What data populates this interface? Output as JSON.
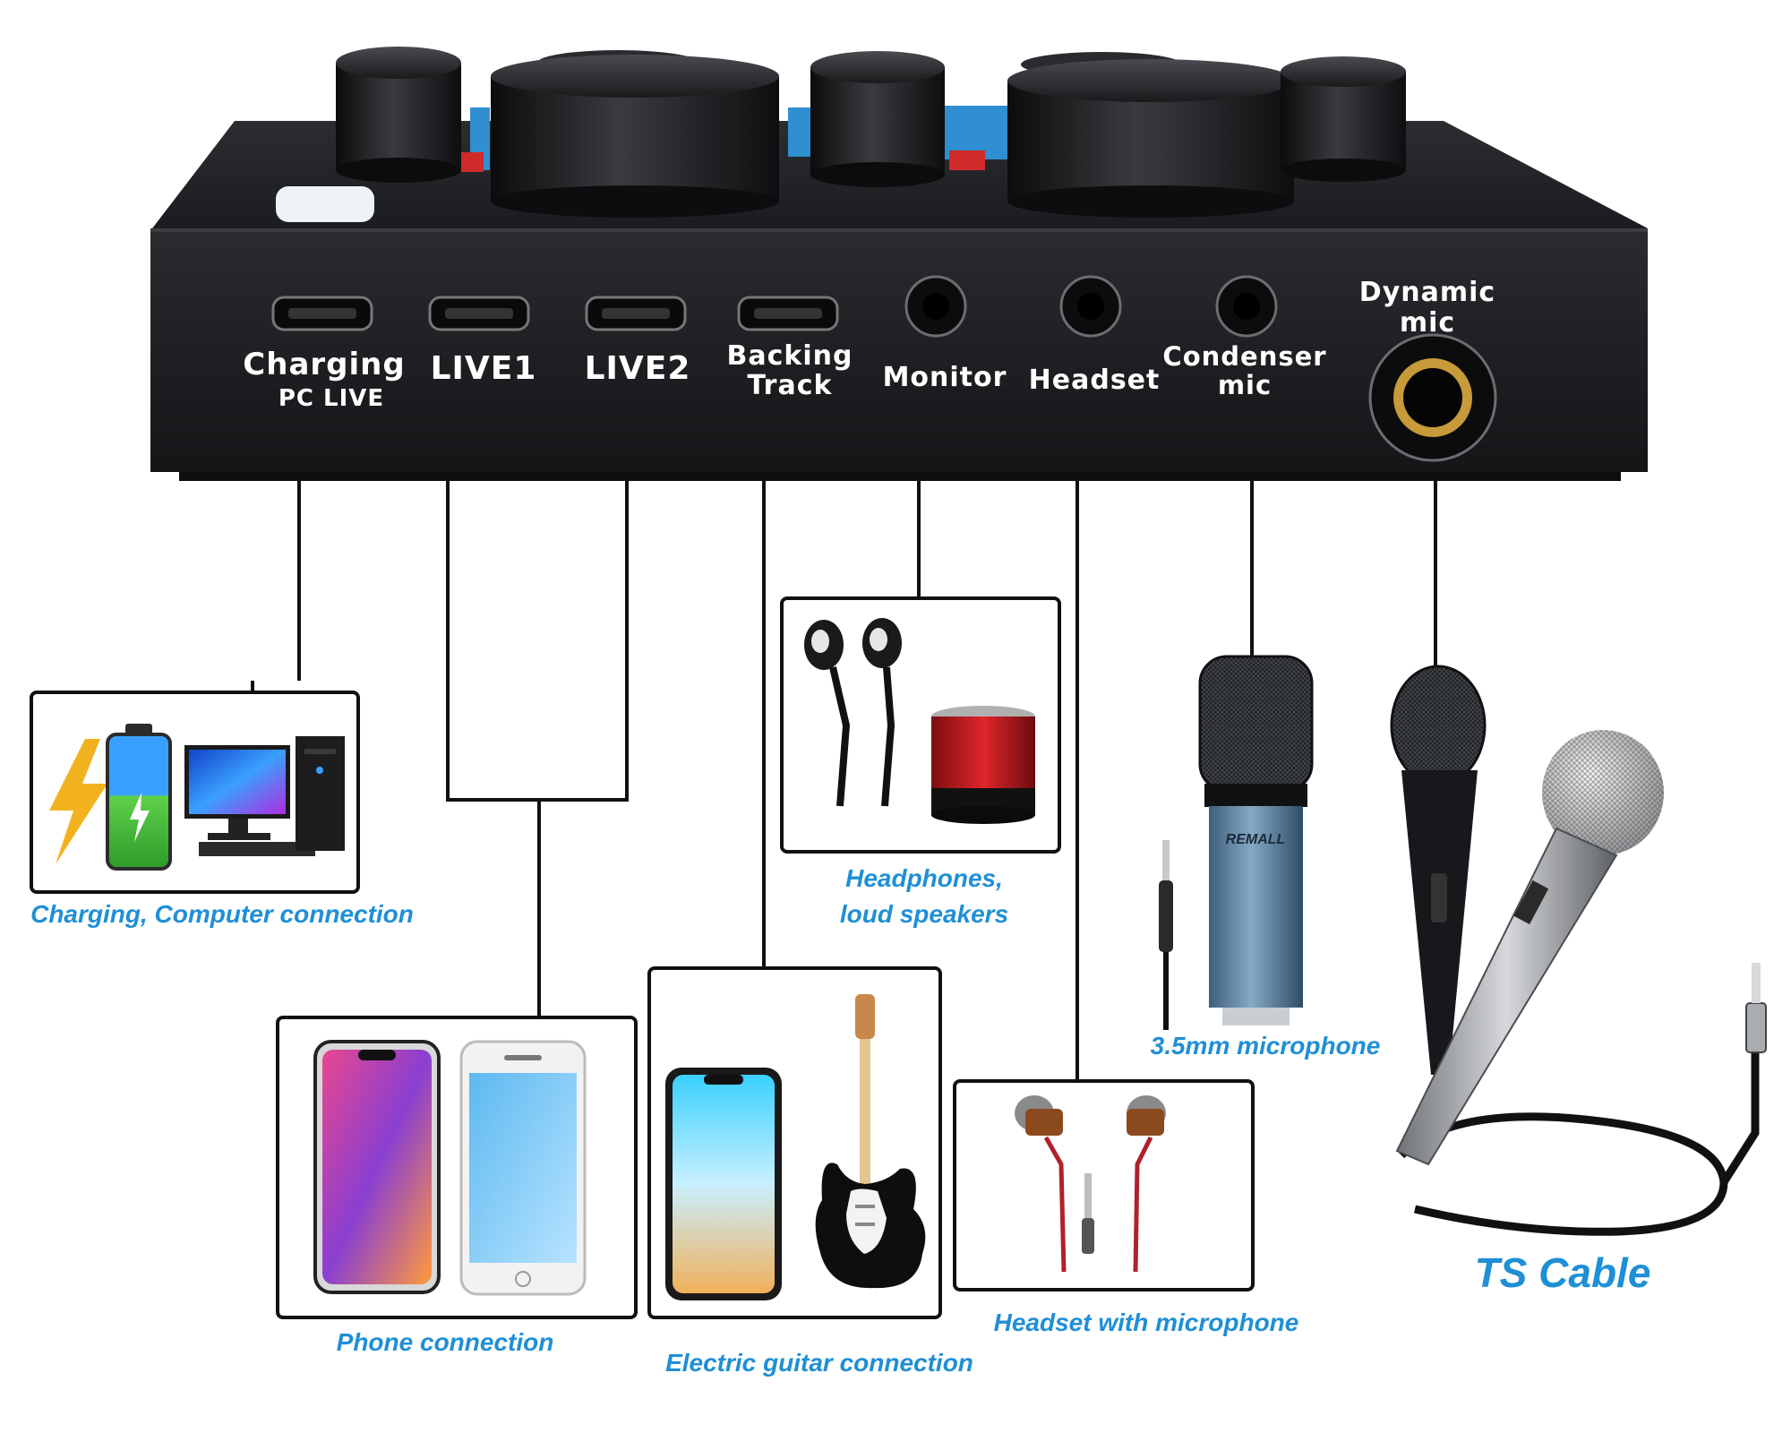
{
  "device": {
    "ports": [
      {
        "id": "charging",
        "label1": "Charging",
        "label2": "PC LIVE"
      },
      {
        "id": "live1",
        "label1": "LIVE1",
        "label2": ""
      },
      {
        "id": "live2",
        "label1": "LIVE2",
        "label2": ""
      },
      {
        "id": "backing",
        "label1": "Backing",
        "label2": "Track"
      },
      {
        "id": "monitor",
        "label1": "Monitor",
        "label2": ""
      },
      {
        "id": "headset",
        "label1": "Headset",
        "label2": ""
      },
      {
        "id": "condenser",
        "label1": "Condenser",
        "label2": "mic"
      },
      {
        "id": "dynamic",
        "label1": "Dynamic",
        "label2": "mic"
      }
    ]
  },
  "captions": {
    "charging": "Charging, Computer connection",
    "headphones_1": "Headphones,",
    "headphones_2": "loud speakers",
    "phone": "Phone connection",
    "guitar": "Electric guitar connection",
    "headset": "Headset with microphone",
    "mic35": "3.5mm microphone",
    "ts": "TS Cable"
  },
  "branding": {
    "mic_brand": "REMALL"
  },
  "colors": {
    "caption": "#1f8fd6",
    "device_body": "#1c1d20",
    "accent_blue": "#2f8fd0",
    "accent_red": "#d02a2a"
  }
}
